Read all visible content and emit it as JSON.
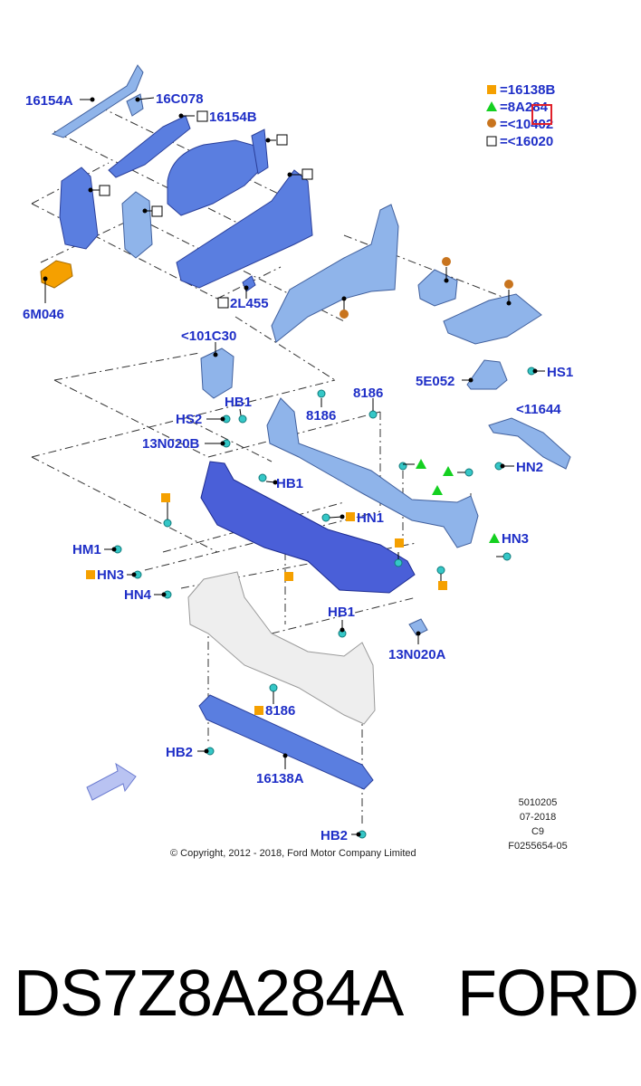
{
  "legend": [
    {
      "symbol": "orange-square",
      "label": "=16138B",
      "color": "#f5a000"
    },
    {
      "symbol": "green-triangle",
      "label": "=8A284",
      "color": "#14d020"
    },
    {
      "symbol": "brown-circle",
      "label": "=<10402",
      "color": "#c8741e"
    },
    {
      "symbol": "open-square",
      "label": "=<16020",
      "color": "#000000"
    }
  ],
  "part_labels": {
    "p16154a": "16154A",
    "p16c078": "16C078",
    "p16154b": "16154B",
    "p6m046": "6M046",
    "p2l455": "2L455",
    "p101c30": "<101C30",
    "p5e052": "5E052",
    "hs1": "HS1",
    "p11644": "<11644",
    "hn2_right": "HN2",
    "hb1_top": "HB1",
    "hs2": "HS2",
    "p8186_a": "8186",
    "p8186_b": "8186",
    "p13n020b": "13N020B",
    "hb1_mid": "HB1",
    "hn1": "HN1",
    "hn3_right": "HN3",
    "hm1": "HM1",
    "hn3_left": "HN3",
    "hn4": "HN4",
    "hb1_low": "HB1",
    "p13n020a": "13N020A",
    "p8186_c": "8186",
    "hb2_left": "HB2",
    "p16138a": "16138A",
    "hb2_bottom": "HB2"
  },
  "meta": {
    "code": "5010205",
    "date": "07-2018",
    "section": "C9",
    "ref": "F0255654-05"
  },
  "copyright": "© Copyright, 2012 - 2018, Ford Motor Company Limited",
  "footer": {
    "part_number": "DS7Z8A284A",
    "brand": "FORD"
  },
  "colors": {
    "label_blue": "#1f2fc7",
    "highlight_box": "#e0202a"
  }
}
